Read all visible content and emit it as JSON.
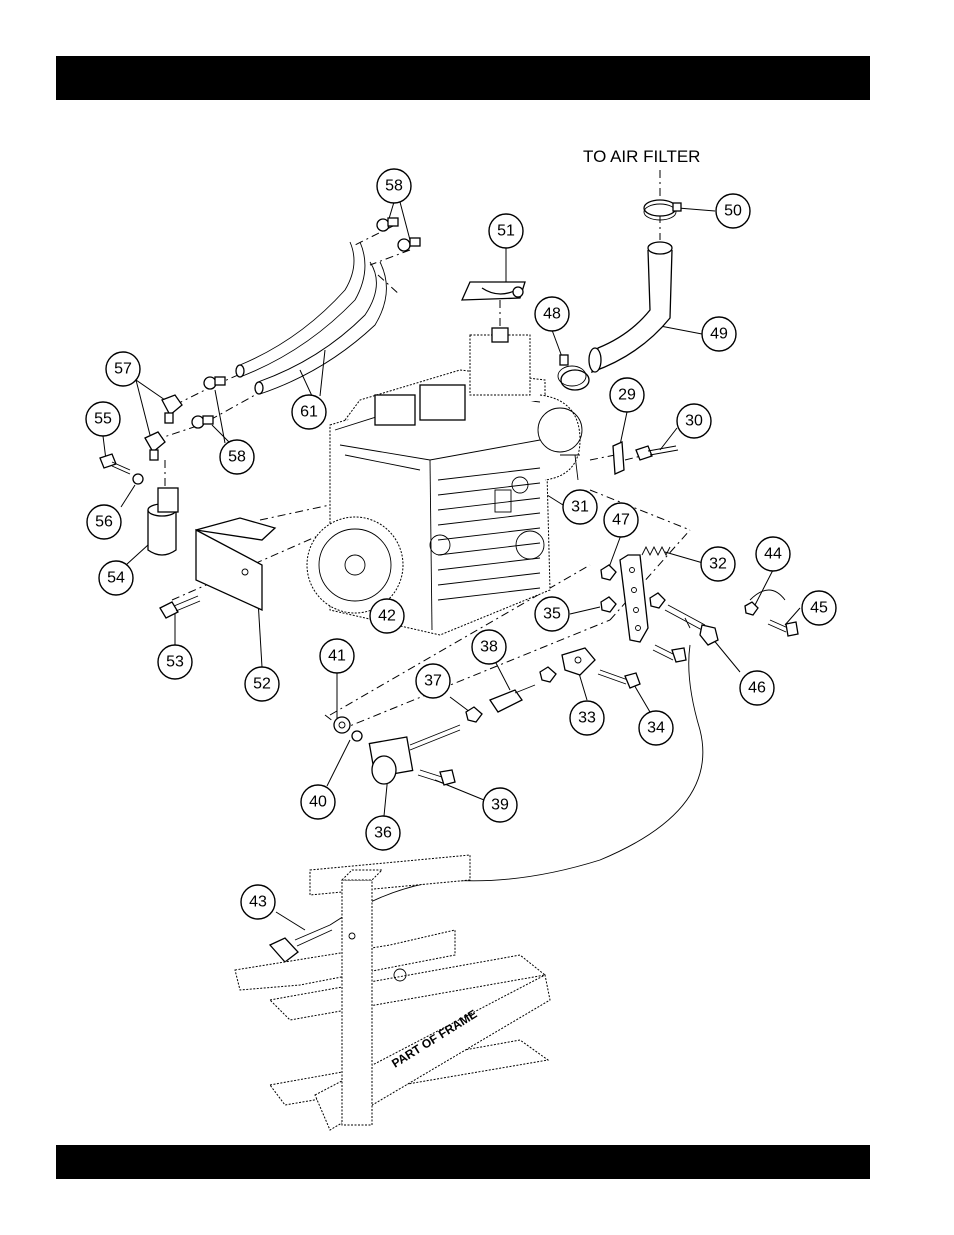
{
  "header_bar": {
    "color": "#000000"
  },
  "footer_bar": {
    "color": "#000000"
  },
  "labels": {
    "to_air_filter": "TO AIR FILTER",
    "part_of_frame": "PART OF FRAME"
  },
  "callouts": [
    "29",
    "30",
    "31",
    "32",
    "33",
    "34",
    "35",
    "36",
    "37",
    "38",
    "39",
    "40",
    "41",
    "42",
    "43",
    "44",
    "45",
    "46",
    "47",
    "48",
    "49",
    "50",
    "51",
    "52",
    "53",
    "54",
    "55",
    "56",
    "57",
    "58",
    "58",
    "61"
  ]
}
